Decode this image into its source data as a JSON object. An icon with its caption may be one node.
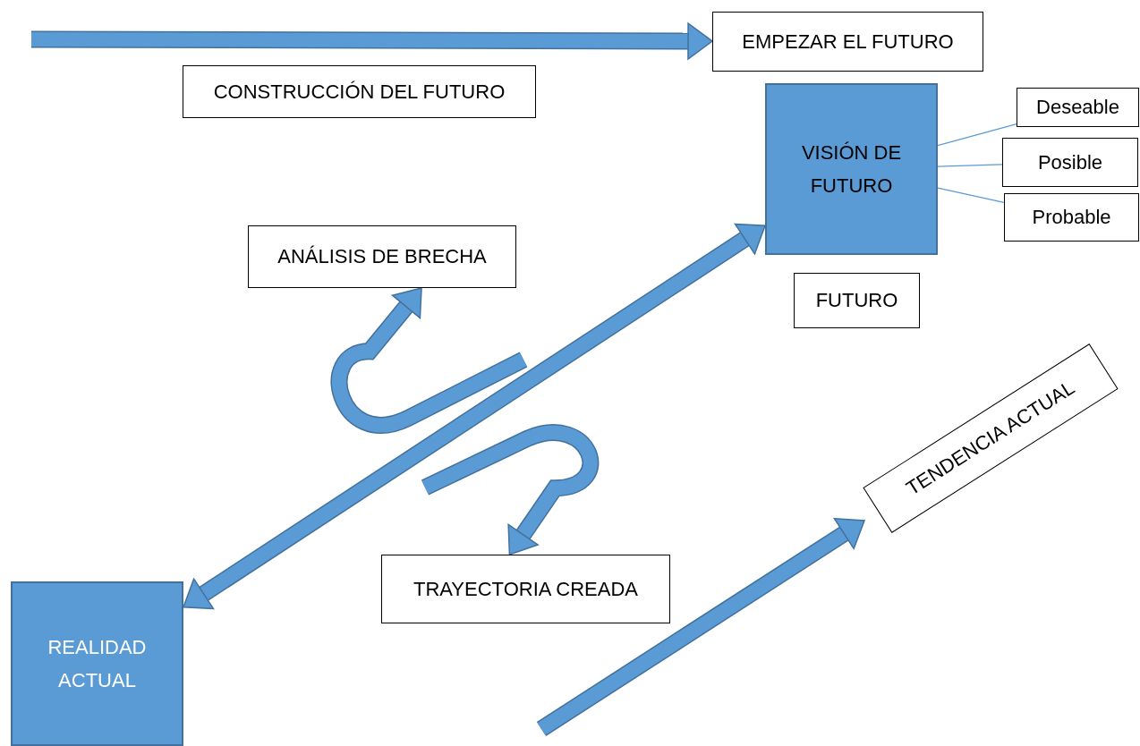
{
  "diagram": {
    "nodes": [
      {
        "text": [
          "EMPEZAR EL FUTURO"
        ]
      },
      {
        "text": [
          "CONSTRUCCIÓN DEL FUTURO"
        ]
      },
      {
        "text": [
          "VISIÓN DE FUTURO"
        ]
      },
      {
        "text": [
          "Deseable"
        ]
      },
      {
        "text": [
          "Posible"
        ]
      },
      {
        "text": [
          "Probable"
        ]
      },
      {
        "text": [
          "ANÁLISIS DE BRECHA"
        ]
      },
      {
        "text": [
          "FUTURO"
        ]
      },
      {
        "text": [
          "TENDENCIA ACTUAL"
        ]
      },
      {
        "text": [
          "TRAYECTORIA CREADA"
        ]
      },
      {
        "text": [
          "REALIDAD ACTUAL"
        ]
      }
    ],
    "edges": [
      {
        "from": null,
        "to": 0,
        "arrow": "to"
      },
      {
        "from": 2,
        "to": 3,
        "arrow": "none"
      },
      {
        "from": 2,
        "to": 4,
        "arrow": "none"
      },
      {
        "from": 2,
        "to": 5,
        "arrow": "none"
      },
      {
        "from": 10,
        "to": 2,
        "arrow": "both"
      },
      {
        "from": null,
        "to": 6,
        "arrow": "to"
      },
      {
        "from": null,
        "to": 9,
        "arrow": "to"
      },
      {
        "from": null,
        "to": 8,
        "arrow": "to"
      }
    ]
  }
}
